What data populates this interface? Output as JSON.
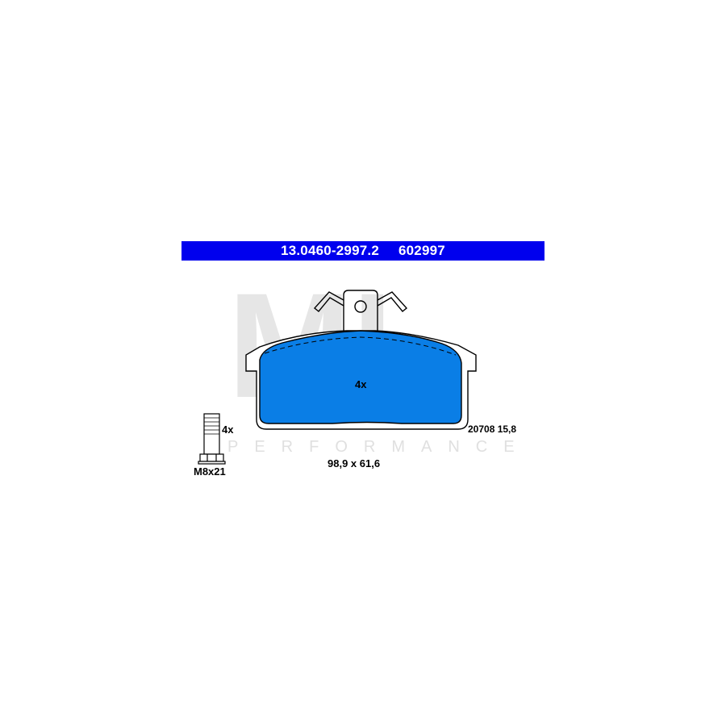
{
  "header": {
    "part_number": "13.0460-2997.2",
    "ref_number": "602997"
  },
  "pad": {
    "quantity_label": "4x",
    "code_label": "20708 15,8",
    "dimensions_label": "98,9 x 61,6"
  },
  "bolt": {
    "quantity_label": "4x",
    "size_label": "M8x21"
  },
  "watermark": {
    "logo_letters": "ML",
    "tagline": "PERFORMANCE"
  },
  "colors": {
    "header_bg": "#0000ee",
    "pad_fill": "#0a7ee6",
    "outline": "#000000",
    "watermark": "#e4e4e4"
  }
}
